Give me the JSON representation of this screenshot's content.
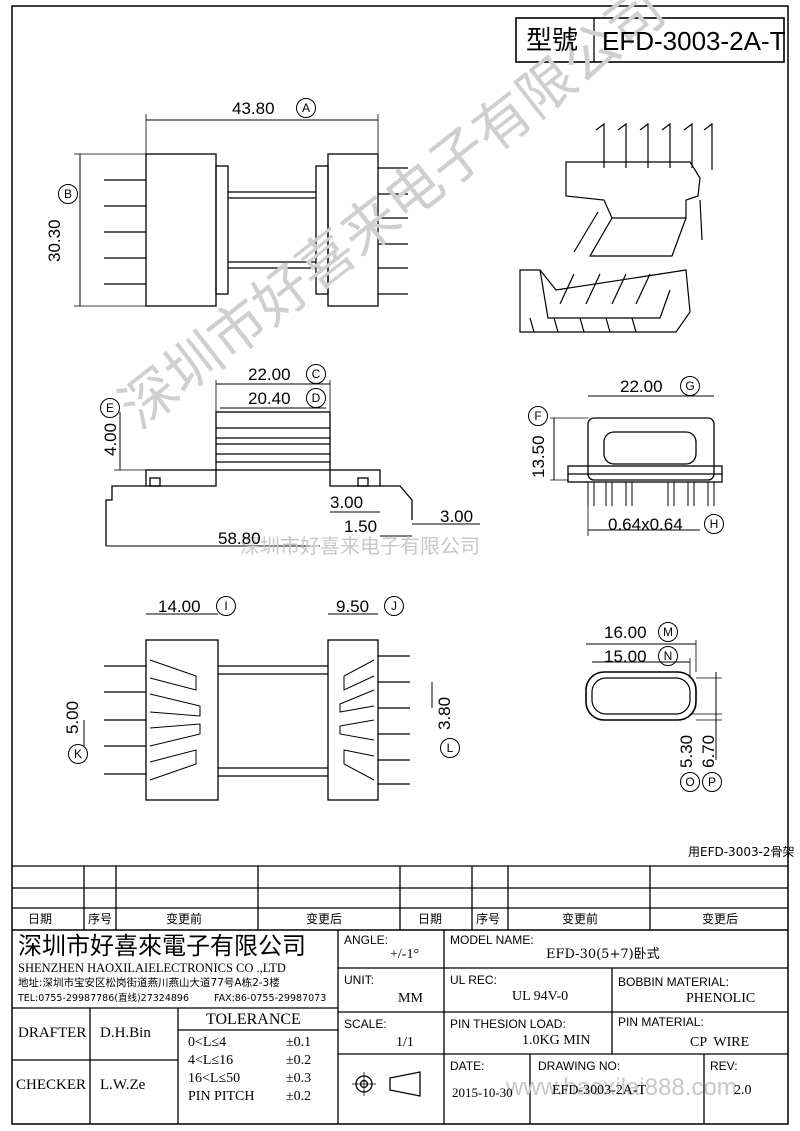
{
  "model_box": {
    "label": "型號",
    "value": "EFD-3003-2A-T"
  },
  "dimensions": {
    "top_length": "43.80",
    "top_length_ref": "A",
    "top_height": "30.30",
    "top_height_ref": "B",
    "side_width_outer": "22.00",
    "side_width_outer_ref": "C",
    "side_width_inner": "20.40",
    "side_width_inner_ref": "D",
    "side_height": "4.00",
    "side_height_ref": "E",
    "side_step": "3.00",
    "side_pin": "1.50",
    "side_pin_end": "3.00",
    "side_total": "58.80",
    "end_width": "22.00",
    "end_width_ref": "G",
    "end_height": "13.50",
    "end_height_ref": "F",
    "end_pin": "0.64x0.64",
    "end_pin_ref": "H",
    "bottom_left": "14.00",
    "bottom_left_ref": "I",
    "bottom_right": "9.50",
    "bottom_right_ref": "J",
    "bottom_pitch": "5.00",
    "bottom_pitch_ref": "K",
    "bottom_right_pitch": "3.80",
    "bottom_right_pitch_ref": "L",
    "core_outer": "16.00",
    "core_outer_ref": "M",
    "core_inner": "15.00",
    "core_inner_ref": "N",
    "core_h_inner": "5.30",
    "core_h_inner_ref": "O",
    "core_h_outer": "6.70",
    "core_h_outer_ref": "P"
  },
  "watermarks": {
    "diag": "深圳市好喜来电子有限公司",
    "center": "深圳市好喜来电子有限公司",
    "footer": "www.haoxilai888.com"
  },
  "note": "用EFD-3003-2骨架",
  "revision_headers": {
    "date": "日期",
    "num": "序号",
    "before": "变更前",
    "after": "变更后"
  },
  "company": {
    "name_cn": "深圳市好喜來電子有限公司",
    "name_en": "SHENZHEN HAOXILAIELECTRONICS CO .,LTD",
    "address": "地址:深圳市宝安区松岗街道燕川燕山大道77号A栋2-3楼",
    "tel": "TEL:0755-29987786(直线)27324896",
    "fax": "FAX:86-0755-29987073"
  },
  "title_block": {
    "angle_label": "ANGLE:",
    "angle_value": "+/-1°",
    "unit_label": "UNIT:",
    "unit_value": "MM",
    "scale_label": "SCALE:",
    "scale_value": "1/1",
    "model_label": "MODEL NAME:",
    "model_value": "EFD-30(5+7)卧式",
    "ul_label": "UL REC:",
    "ul_value": "UL 94V-0",
    "bobbin_label": "BOBBIN MATERIAL:",
    "bobbin_value": "PHENOLIC",
    "pin_load_label": "PIN THESION LOAD:",
    "pin_load_value": "1.0KG MIN",
    "pin_mat_label": "PIN MATERIAL:",
    "pin_mat_value": "CP  WIRE",
    "date_label": "DATE:",
    "date_value": "2015-10-30",
    "drawing_label": "DRAWING NO:",
    "drawing_value": "EFD-3003-2A-T",
    "rev_label": "REV:",
    "rev_value": "2.0",
    "drafter_label": "DRAFTER",
    "drafter_value": "D.H.Bin",
    "checker_label": "CHECKER",
    "checker_value": "L.W.Ze",
    "tol_title": "TOLERANCE",
    "tol1": "0<L≤4",
    "tol1_v": "±0.1",
    "tol2": "4<L≤16",
    "tol2_v": "±0.2",
    "tol3": "16<L≤50",
    "tol3_v": "±0.3",
    "tol4": "PIN PITCH",
    "tol4_v": "±0.2"
  }
}
